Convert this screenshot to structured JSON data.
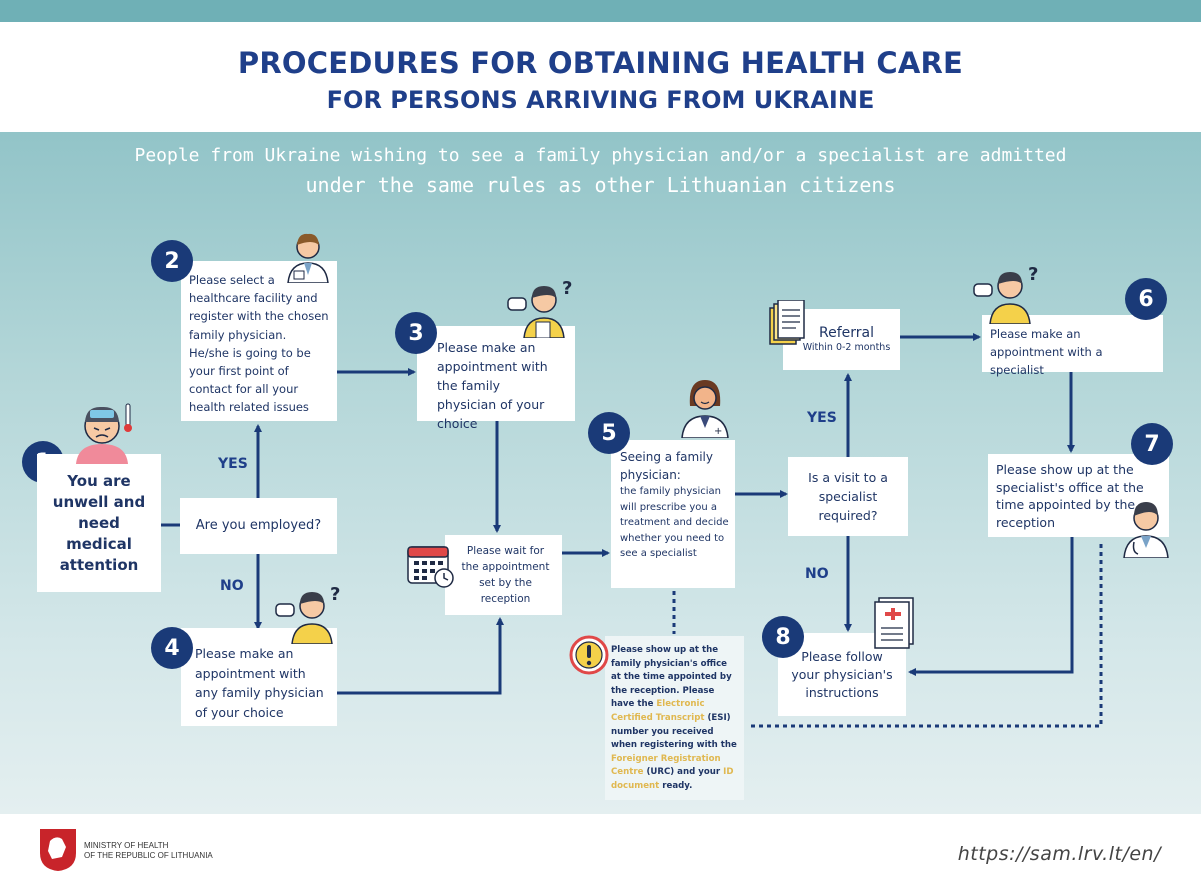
{
  "header": {
    "title_line1": "PROCEDURES FOR OBTAINING HEALTH CARE",
    "title_line2": "FOR PERSONS ARRIVING FROM UKRAINE"
  },
  "subtitle": {
    "line1": "People from Ukraine wishing to see a family physician and/or a specialist are admitted",
    "line2": "under the same rules as other Lithuanian citizens"
  },
  "steps": {
    "s1": {
      "number": "1",
      "text": "You are unwell and need medical attention"
    },
    "s2": {
      "number": "2",
      "text": "Please select a healthcare facility and register with the chosen family physician. He/she is going to be your first point of contact for all your health related issues"
    },
    "s3": {
      "number": "3",
      "text": "Please make an appointment with the family physician of your choice"
    },
    "s4": {
      "number": "4",
      "text": "Please make an appointment with any family physician of your choice"
    },
    "s5": {
      "number": "5",
      "title": "Seeing a family physician:",
      "text": "the family physician will prescribe you a treatment and decide whether you need to see a specialist"
    },
    "s6": {
      "number": "6",
      "text": "Please make an appointment with a specialist"
    },
    "s7": {
      "number": "7",
      "text": "Please show up at the specialist's office at the time appointed by the reception"
    },
    "s8": {
      "number": "8",
      "text": "Please follow your physician's instructions"
    }
  },
  "decisions": {
    "employed": "Are you employed?",
    "visit_specialist": "Is a visit to a specialist required?"
  },
  "wait_box": "Please wait for the appointment set by the reception",
  "referral": {
    "title": "Referral",
    "subtitle": "Within 0-2 months"
  },
  "labels": {
    "yes1": "YES",
    "no1": "NO",
    "yes2": "YES",
    "no2": "NO"
  },
  "note": {
    "part1": "Please show up at the family physician's office at the time appointed by the reception. Please have the",
    "hl1": "Electronic Certified Transcript",
    "part2": "(ESI) number you received when registering with the",
    "hl2": "Foreigner Registration Centre",
    "part3": "(URC) and your",
    "hl3": "ID document",
    "part4": "ready."
  },
  "footer": {
    "ministry_line1": "MINISTRY OF HEALTH",
    "ministry_line2": "OF THE REPUBLIC OF LITHUANIA",
    "url": "https://sam.lrv.lt/en/"
  },
  "colors": {
    "navy": "#1a3a78",
    "teal_top": "#6fb0b6",
    "highlight": "#e0b850"
  },
  "icons": [
    "sick-person-icon",
    "doctor-icon",
    "thinking-person-icon",
    "calendar-clock-icon",
    "female-doctor-icon",
    "documents-icon",
    "warning-icon",
    "prescription-icon",
    "male-doctor-icon",
    "coat-of-arms-icon"
  ]
}
